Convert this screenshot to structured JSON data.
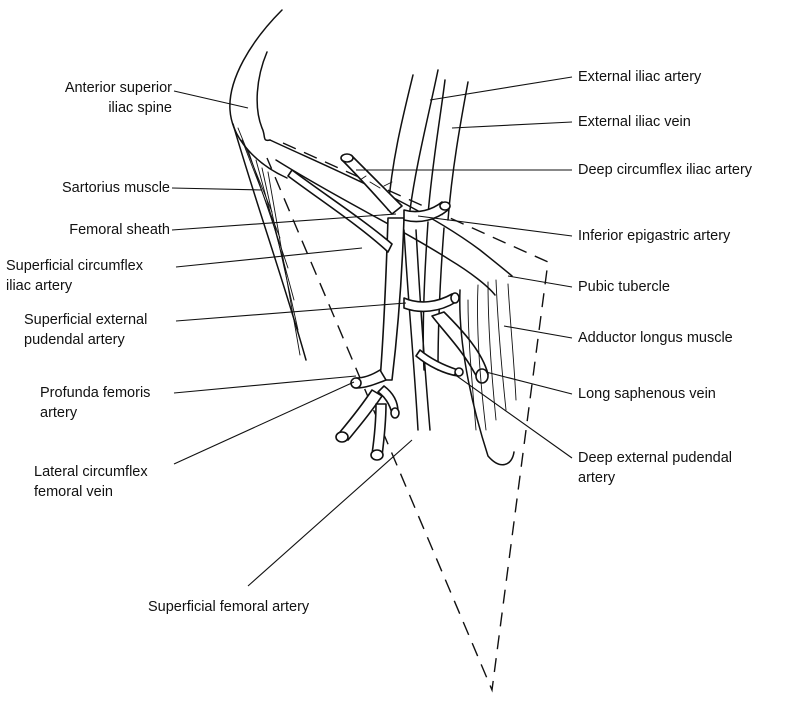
{
  "labels": {
    "anterior_superior_iliac_spine": "Anterior superior\niliac spine",
    "sartorius_muscle": "Sartorius muscle",
    "femoral_sheath": "Femoral sheath",
    "superficial_circumflex_iliac_artery": "Superficial circumflex\niliac artery",
    "superficial_external_pudendal_artery": "Superficial external\npudendal artery",
    "profunda_femoris_artery": "Profunda femoris\nartery",
    "lateral_circumflex_femoral_vein": "Lateral circumflex\nfemoral vein",
    "superficial_femoral_artery": "Superficial femoral artery",
    "external_iliac_artery": "External iliac artery",
    "external_iliac_vein": "External iliac vein",
    "deep_circumflex_iliac_artery": "Deep circumflex iliac artery",
    "inferior_epigastric_artery": "Inferior epigastric artery",
    "pubic_tubercle": "Pubic tubercle",
    "adductor_longus_muscle": "Adductor longus muscle",
    "long_saphenous_vein": "Long saphenous vein",
    "deep_external_pudendal_artery": "Deep external pudendal\nartery"
  }
}
